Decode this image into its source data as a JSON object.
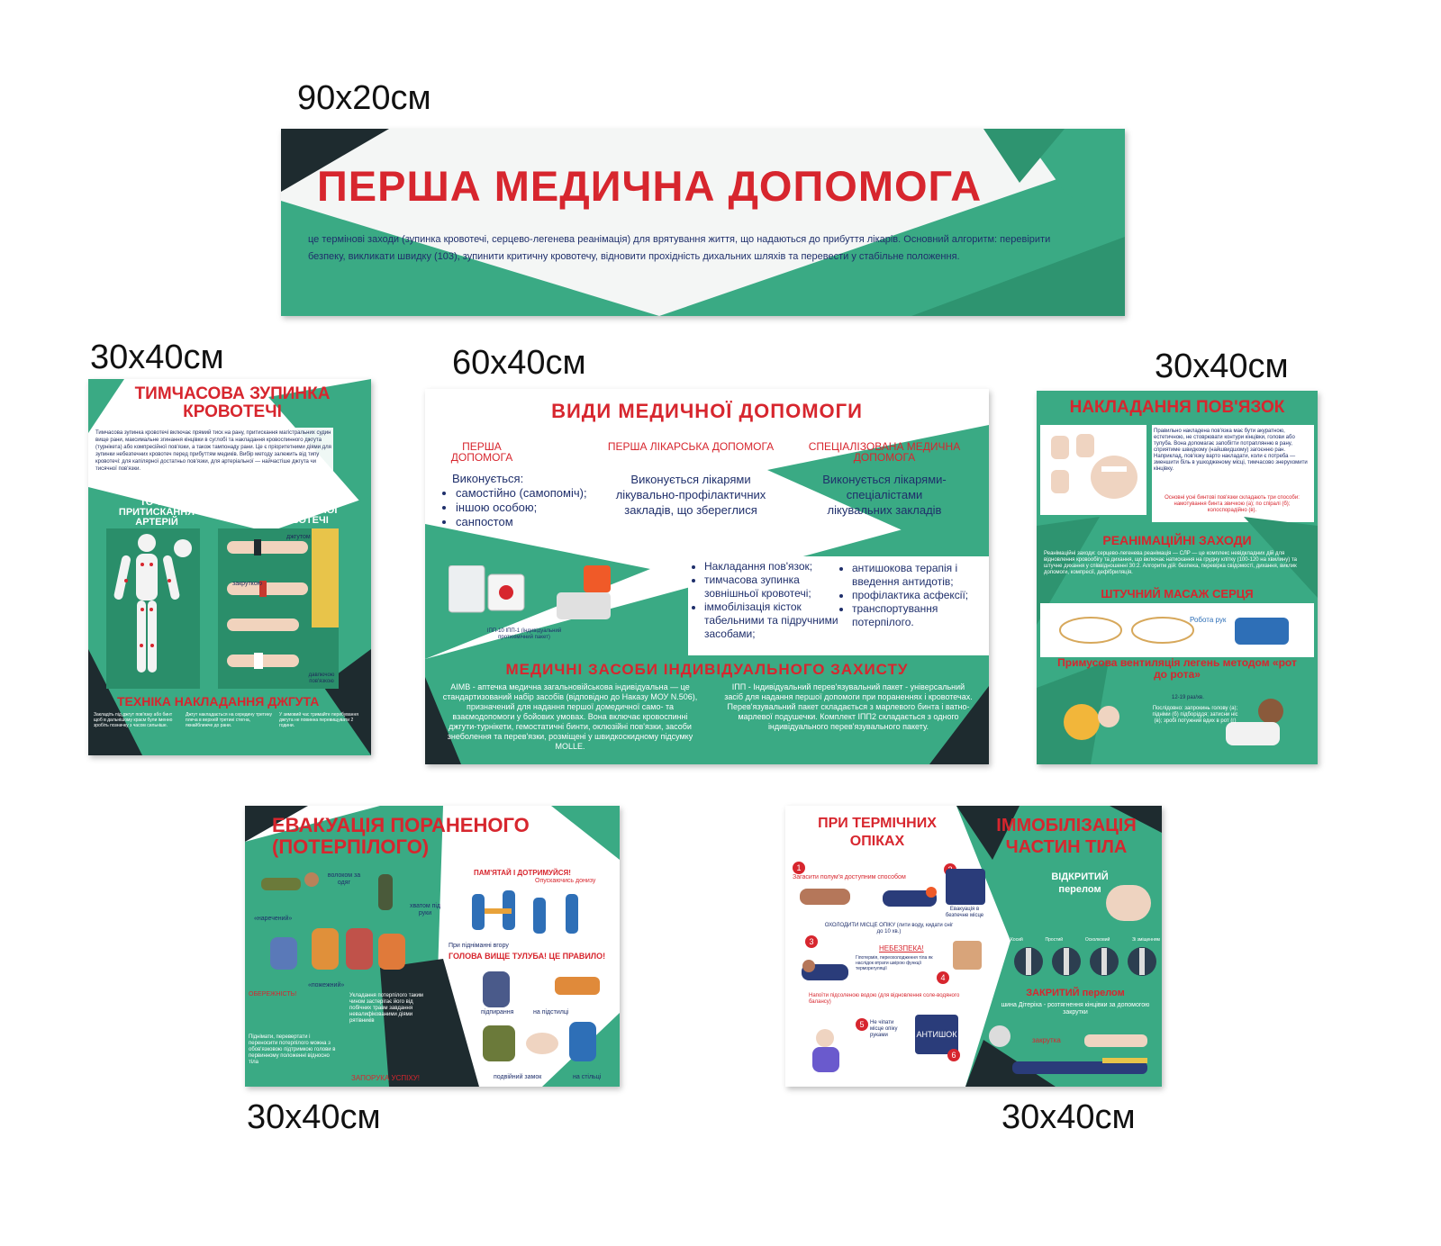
{
  "sizes": {
    "banner": "90x20см",
    "left": "30x40см",
    "center": "60x40см",
    "right": "30x40см",
    "bottom_left": "30x40см",
    "bottom_right": "30x40см"
  },
  "banner": {
    "title": "ПЕРША МЕДИЧНА ДОПОМОГА",
    "text": "це термінові заходи (зупинка кровотечі, серцево-легенева реанімація) для врятування життя, що надаються до прибуття лікарів. Основний алгоритм: перевірити безпеку, викликати швидку (103), зупинити критичну кровотечу, відновити прохідність дихальних шляхів та перевести у стабільне положення."
  },
  "bleeding": {
    "title": "ТИМЧАСОВА ЗУПИНКА КРОВОТЕЧІ",
    "text": "Тимчасова зупинка кровотечі включає прямий тиск на рану, притискання магістральних судин вище рани, максимальне згинання кінцівки в суглобі та накладання кровоспинного джгута (турнікета) або компресійної пов'язки, а також тампонаду рани. Це є пріоритетними діями для зупинки небезпечних кровотеч перед прибуттям медиків. Вибір методу залежить від типу кровотечі: для капілярної достатньо пов'язки, для артеріальної — найчастіше джгута чи тисячної пов'язки.",
    "sub1": "ТОЧКИ ПРИТИСКАННЯ АРТЕРІЙ",
    "sub2": "ЗУПИНКА АРТЕРІАЛЬНОЇ КРОВОТЕЧІ",
    "lbl_tourniquet": "джгутом",
    "lbl_twist": "закруткою",
    "lbl_bandage": "давлючою пов'язкою",
    "tech_title": "ТЕХНІКА НАКЛАДАННЯ ДЖГУТА",
    "tech1": "Закладіть під джгут пов'язку або бинт щоб в дальнішому краєм були іменно зробіть позначку з часом сильніше.",
    "tech2": "Джгут накладається на середину третину плеча в верхній третині стегна, якнайближче до рани.",
    "tech3": "У зимовий час тримайте перебування джгута не повинна перевищувати 2 години."
  },
  "types": {
    "title": "ВИДИ МЕДИЧНОЇ ДОПОМОГИ",
    "col1_title": "ПЕРША ДОПОМОГА",
    "col1_lead": "Виконується:",
    "col1_items": [
      "самостійно (самопоміч);",
      "іншою особою;",
      "санпостом"
    ],
    "col2_title": "ПЕРША ЛІКАРСЬКА ДОПОМОГА",
    "col2_text": "Виконується лікарями лікувально-профілактичних закладів, що збереглися",
    "col3_title": "СПЕЦІАЛІЗОВАНА МЕДИЧНА ДОПОМОГА",
    "col3_text": "Виконується лікарями-спеціалістами лікувальних закладів",
    "list_left": [
      "Накладання пов'язок;",
      "тимчасова зупинка зовнішньої кровотечі;",
      "іммобілізація кісток табельними та підручними засобами;"
    ],
    "list_right": [
      "антишокова терапія і введення антидотів;",
      "профілактика асфексії;",
      "транспортування потерпілого."
    ],
    "kit_label": "ІПП-10 ІПП-1 (індивідуальний протихімічний пакет)",
    "ppe_title": "МЕДИЧНІ ЗАСОБИ ІНДИВІДУАЛЬНОГО ЗАХИСТУ",
    "ppe_left": "АІМВ - аптечка медична загальновійськова індивідуальна — це стандартизований набір засобів (відповідно до Наказу МОУ N.506), призначений для надання першої домедичної само- та взаємодопомоги у бойових умовах. Вона включає кровоспинні джгути-турнікети, гемостатичні бинти, оклюзійні пов'язки, засоби знеболення та перев'язки, розміщені у швидкоскидному підсумку MOLLE.",
    "ppe_right": "ІПП - Індивідуальний перев'язувальний пакет - універсальний засіб для надання першої допомоги при пораненнях і кровотечах. Перев'язувальний пакет складається з марлевого бинта і ватно-марлевої подушечки. Комплект ІПП2 складається з одного індивідуального перев'язувального пакету."
  },
  "bandage": {
    "title": "НАКЛАДАННЯ ПОВ'ЯЗОК",
    "text": "Правильно накладена пов'язка має бути акуратною, естетичною, не стоврювати контури кінцівки, голови або тулуба. Вона допомагає запобігти потраплянню в рану, сприятиме швидкому (найшвидшому) загоєнню ран. Наприклад, пов'язку варто накладати, коли є потреба — зменшити біль в ушкодженому місці, тимчасово знерухомити кінцівку.",
    "basic": "Основні усні бинтові пов'язки складають три способи: намотування бинта звичкою (а); по спіралі (б); колоспорадійно (в).",
    "resus_title": "РЕАНІМАЦІЙНІ ЗАХОДИ",
    "resus_text": "Реанімаційні заходи: серцево-легенева реанімація — СЛР — це комплекс невідкладних дій для відновлення кровообігу та дихання, що включає натискання на грудну клітку (100-120 на хвилину) та штучне дихання у співвідношенні 30:2. Алгоритм дій: безпека, перевірка свідомості, дихання, виклик допомоги, компресії, дефібриляція.",
    "cpr_title": "ШТУЧНИЙ МАСАЖ СЕРЦЯ",
    "hands": "Робота рук",
    "vent_title": "Примусова вентиляція легень методом «рот до рота»",
    "rate": "12-19 раз/хв.",
    "seq": "Послідовно: запрокинь голову (а); підніми (б) підборіддя; затисни ніс (в); зробі потужний вдих в рот (г)"
  },
  "evac": {
    "title": "ЕВАКУАЦІЯ ПОРАНЕНОГО (ПОТЕРПІЛОГО)",
    "remember": "ПАМ'ЯТАЙ І ДОТРИМУЙСЯ!",
    "descend": "Опускаючись донизу",
    "collar": "волоком за одяг",
    "grip": "хватом під руки",
    "bride": "«наречений»",
    "fire": "«пожежний»",
    "careful": "ОБЕРЕЖНІСТЬ!",
    "careful_text": "Піднімати, перевертати і переносити потерпілого можна з обов'язковою підтримкою голови в первинному положенні відносно тіла",
    "lift": "При підніманні вгору",
    "head": "ГОЛОВА ВИЩЕ ТУЛУБА! ЦЕ ПРАВИЛО!",
    "place": "Укладання потерпілого таким чином застерігає його від побічних травм завдання невалифікованими діями рятівників",
    "support": "підпирання",
    "tarp": "на підстилці",
    "lock": "подвійний замок",
    "chair": "на стільці",
    "success": "ЗАПОРУКА УСПІХУ!"
  },
  "burns": {
    "title": "ПРИ ТЕРМІЧНИХ ОПІКАХ",
    "s1": "Загасити полум'я доступним способом",
    "s2": "Евакуація в безпечне місце",
    "s3": "ОХОЛОДИТИ МІСЦЕ ОПІКУ (лити воду, кидати сніг до 10 хв.)",
    "danger": "НЕБЕЗПЕКА!",
    "danger_text": "Гіпотермія, переохолодження тіла як наслідок втрати шкірою функції терморегуляції",
    "s4": "Напоїти підсоленою водою (для відновлення соле-водяного балансу)",
    "s5": "Не чіпати місце опіку руками",
    "antishock": "АНТИШОК",
    "n1": "1",
    "n2": "2",
    "n3": "3",
    "n4": "4",
    "n5": "5",
    "n6": "6"
  },
  "immob": {
    "title": "ІММОБІЛІЗАЦІЯ ЧАСТИН ТІЛА",
    "open": "ВІДКРИТИЙ перелом",
    "kinds": [
      "Косий",
      "Простий",
      "Осколковий",
      "Зі зміщенням"
    ],
    "closed": "ЗАКРИТИЙ перелом",
    "splint": "шина Дітеріха - розтягнення кінцівки за допомогою закрутки",
    "twist": "закрутка"
  },
  "colors": {
    "green": "#3aaa84",
    "dark": "#1e2b2f",
    "red": "#d7262e",
    "navy": "#1f2f6b"
  }
}
